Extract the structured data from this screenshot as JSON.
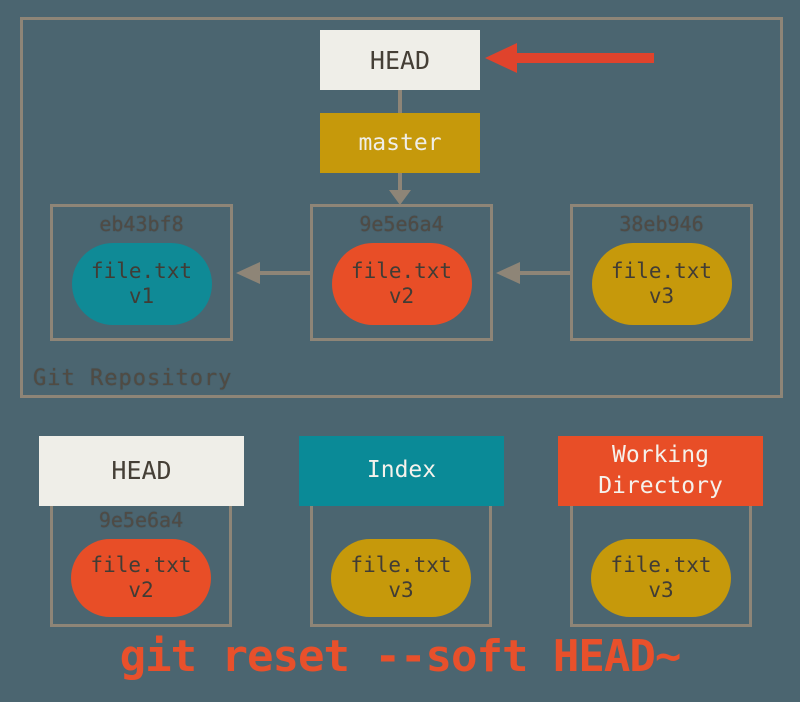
{
  "colors": {
    "background": "#4B6570",
    "box_border": "#8E8577",
    "cream": "#EFEEE8",
    "gold": "#C6990B",
    "teal": "#0F8A96",
    "red_orange": "#E84E27",
    "arrow_red": "#E0432C",
    "arrow_gray": "#8E8577",
    "dark_text": "#453F36",
    "hash_text": "#4F4B45"
  },
  "repository": {
    "label": "Git Repository",
    "head": "HEAD",
    "branch": "master",
    "commits": [
      {
        "hash": "eb43bf8",
        "file": "file.txt",
        "version": "v1",
        "color": "teal"
      },
      {
        "hash": "9e5e6a4",
        "file": "file.txt",
        "version": "v2",
        "color": "red"
      },
      {
        "hash": "38eb946",
        "file": "file.txt",
        "version": "v3",
        "color": "gold"
      }
    ]
  },
  "states": [
    {
      "title": "HEAD",
      "hash": "9e5e6a4",
      "file": "file.txt",
      "version": "v2",
      "color": "red"
    },
    {
      "title": "Index",
      "file": "file.txt",
      "version": "v3",
      "color": "gold"
    },
    {
      "title": "Working Directory",
      "file": "file.txt",
      "version": "v3",
      "color": "gold"
    }
  ],
  "caption": "git reset --soft HEAD~"
}
